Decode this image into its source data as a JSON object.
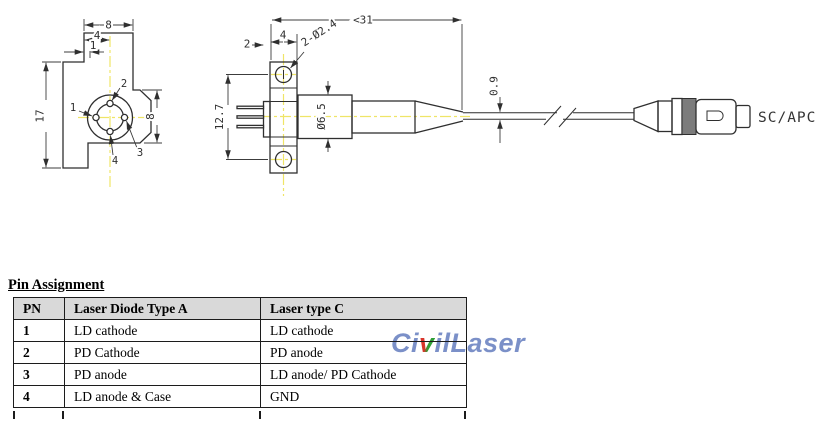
{
  "drawing": {
    "front_view": {
      "dim_width_top": "8",
      "dim_half_width": "4",
      "dim_step": "1",
      "dim_height": "17",
      "dim_hex_flats": "8",
      "pin_labels": [
        "1",
        "2",
        "3",
        "4"
      ]
    },
    "side_view": {
      "dim_total_length": "<31",
      "dim_flange_width": "4",
      "dim_offset": "2",
      "dim_mount_holes": "2-Ø2.4",
      "dim_hole_span": "12.7",
      "dim_body_dia": "Ø6.5",
      "dim_fiber_dia": "0.9"
    },
    "connector_label": "SC/APC"
  },
  "watermark": {
    "prefix": "Ci",
    "v": "v",
    "suffix": "ilLaser",
    "color": "#7b90c8"
  },
  "pin_table": {
    "title": "Pin Assignment",
    "headers": [
      "PN",
      "Laser Diode Type A",
      "Laser type C"
    ],
    "rows": [
      [
        "1",
        "LD cathode",
        "LD cathode"
      ],
      [
        "2",
        "PD Cathode",
        "PD anode"
      ],
      [
        "3",
        "PD anode",
        "LD anode/ PD Cathode"
      ],
      [
        "4",
        "LD anode & Case",
        "GND"
      ]
    ]
  },
  "colors": {
    "line": "#2f2f2f",
    "centerline_yellow": "#efe567",
    "connector_band_gray": "#7c7c7c",
    "table_header_bg": "#d9d9d9",
    "watermark_blue": "#7b90c8",
    "watermark_red": "#d9352b",
    "watermark_green": "#2e9f35"
  }
}
